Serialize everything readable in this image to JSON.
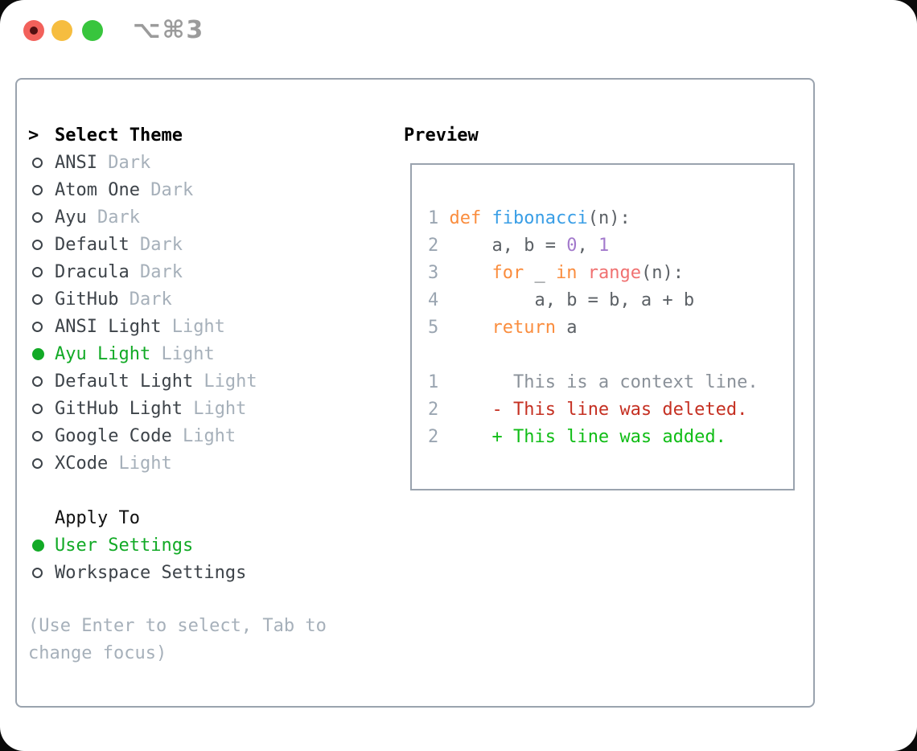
{
  "window": {
    "shortcut": "⌥⌘3",
    "traffic_lights": [
      {
        "name": "close",
        "color": "#f2615b"
      },
      {
        "name": "minimize",
        "color": "#f6bd3f"
      },
      {
        "name": "zoom",
        "color": "#38c53d"
      }
    ]
  },
  "colors": {
    "accent_green": "#12aa26",
    "border_gray": "#9aa3ae",
    "item_text": "#3d4349",
    "muted_text": "#a6b0ba",
    "red_light": "#f2615b",
    "red_dot": "#521011",
    "yellow_light": "#f6bd3f",
    "green_light": "#38c53d",
    "shortcut_gray": "#9b9b9b"
  },
  "theme_picker": {
    "prompt": ">",
    "title": "Select Theme",
    "themes": [
      {
        "name": "ANSI",
        "variant": "Dark",
        "selected": false
      },
      {
        "name": "Atom One",
        "variant": "Dark",
        "selected": false
      },
      {
        "name": "Ayu",
        "variant": "Dark",
        "selected": false
      },
      {
        "name": "Default",
        "variant": "Dark",
        "selected": false
      },
      {
        "name": "Dracula",
        "variant": "Dark",
        "selected": false
      },
      {
        "name": "GitHub",
        "variant": "Dark",
        "selected": false
      },
      {
        "name": "ANSI Light",
        "variant": "Light",
        "selected": false
      },
      {
        "name": "Ayu Light",
        "variant": "Light",
        "selected": true
      },
      {
        "name": "Default Light",
        "variant": "Light",
        "selected": false
      },
      {
        "name": "GitHub Light",
        "variant": "Light",
        "selected": false
      },
      {
        "name": "Google Code",
        "variant": "Light",
        "selected": false
      },
      {
        "name": "XCode",
        "variant": "Light",
        "selected": false
      }
    ],
    "apply_to": {
      "title": "Apply To",
      "options": [
        {
          "name": "User Settings",
          "selected": true
        },
        {
          "name": "Workspace Settings",
          "selected": false
        }
      ]
    },
    "help_lines": [
      "(Use Enter to select, Tab to",
      "change focus)"
    ]
  },
  "preview": {
    "title": "Preview",
    "palette": {
      "fg": "#5c6166",
      "keyword": "#fa8d3e",
      "function": "#399ee6",
      "number": "#a37acc",
      "special": "#f07171",
      "context": "#8a9199",
      "deleted": "#c53022",
      "added": "#10bd16",
      "lnum": "#9aa5b1"
    },
    "code_lines": [
      {
        "num": "1",
        "tokens": [
          {
            "t": " ",
            "c": "fg"
          },
          {
            "t": "def",
            "c": "keyword"
          },
          {
            "t": " ",
            "c": "fg"
          },
          {
            "t": "fibonacci",
            "c": "function"
          },
          {
            "t": "(n):",
            "c": "fg"
          }
        ]
      },
      {
        "num": "2",
        "tokens": [
          {
            "t": "     a, b = ",
            "c": "fg"
          },
          {
            "t": "0",
            "c": "number"
          },
          {
            "t": ", ",
            "c": "fg"
          },
          {
            "t": "1",
            "c": "number"
          }
        ]
      },
      {
        "num": "3",
        "tokens": [
          {
            "t": "     ",
            "c": "fg"
          },
          {
            "t": "for",
            "c": "keyword"
          },
          {
            "t": " _ ",
            "c": "fg"
          },
          {
            "t": "in",
            "c": "keyword"
          },
          {
            "t": " ",
            "c": "fg"
          },
          {
            "t": "range",
            "c": "special"
          },
          {
            "t": "(n):",
            "c": "fg"
          }
        ]
      },
      {
        "num": "4",
        "tokens": [
          {
            "t": "         a, b = b, a + b",
            "c": "fg"
          }
        ]
      },
      {
        "num": "5",
        "tokens": [
          {
            "t": "     ",
            "c": "fg"
          },
          {
            "t": "return",
            "c": "keyword"
          },
          {
            "t": " a",
            "c": "fg"
          }
        ]
      },
      {
        "num": "",
        "tokens": []
      },
      {
        "num": "1",
        "tokens": [
          {
            "t": "       This is a context line.",
            "c": "context"
          }
        ]
      },
      {
        "num": "2",
        "tokens": [
          {
            "t": "     ",
            "c": "fg"
          },
          {
            "t": "- This line was deleted.",
            "c": "deleted"
          }
        ]
      },
      {
        "num": "2",
        "tokens": [
          {
            "t": "     ",
            "c": "fg"
          },
          {
            "t": "+ This line was added.",
            "c": "added"
          }
        ]
      }
    ]
  }
}
